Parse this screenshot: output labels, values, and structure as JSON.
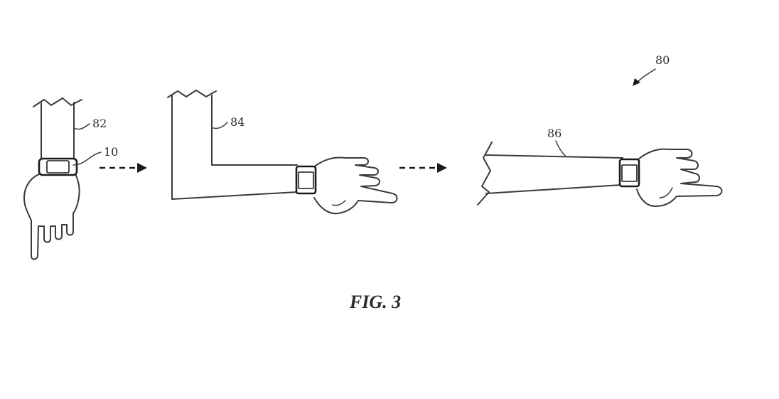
{
  "figure": {
    "caption": "FIG. 3",
    "labels": {
      "overall": "80",
      "arm_down": "82",
      "arm_bent": "84",
      "arm_extended": "86",
      "device": "10"
    }
  },
  "colors": {
    "line": "#3a3a3a",
    "ink": "#1a1a1a",
    "background": "#ffffff"
  }
}
